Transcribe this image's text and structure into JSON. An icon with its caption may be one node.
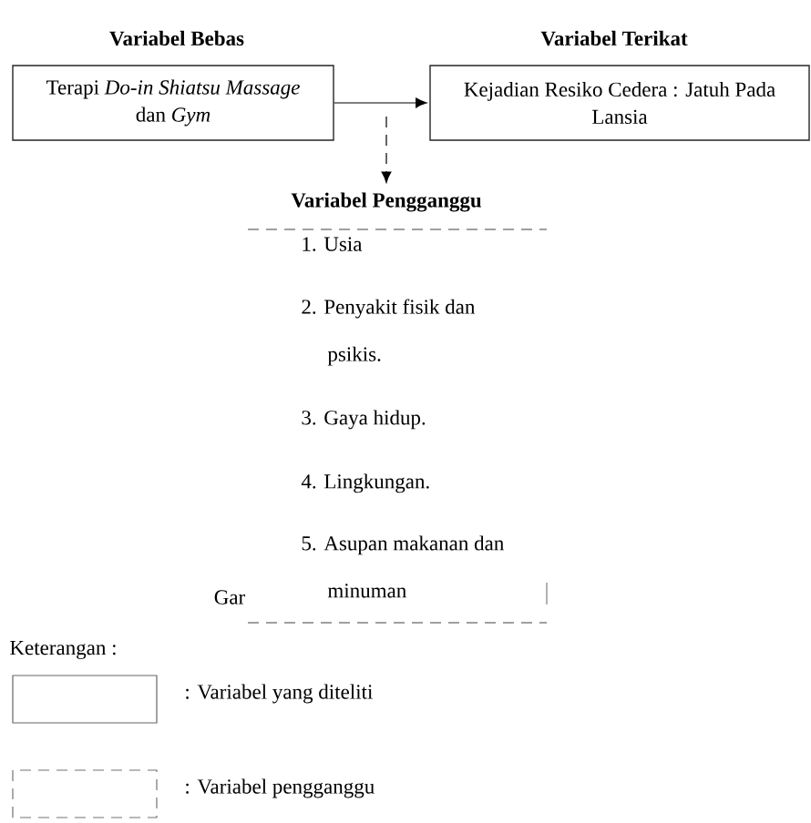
{
  "diagram": {
    "nodes": [
      {
        "text": [
          "Variabel Bebas",
          "Terapi *Do-in Shiatsu Massage* dan *Gym*"
        ]
      },
      {
        "text": [
          "Variabel Terikat",
          "Kejadian Resiko Cedera : Jatuh Pada Lansia"
        ]
      },
      {
        "text": [
          "Variabel Pengganggu",
          "1. Usia",
          "2. Penyakit fisik dan psikis.",
          "3. Gaya hidup.",
          "4. Lingkungan.",
          "5. Asupan makanan dan minuman"
        ]
      }
    ],
    "edges": [
      {
        "from": 0,
        "to": 1,
        "arrow": "to"
      },
      {
        "from": null,
        "to": 2,
        "arrow": "to",
        "style": "dashed"
      }
    ],
    "labels": [
      "Keterangan :",
      "Gar"
    ],
    "legend": [
      {
        "text": ": Variabel yang diteliti"
      },
      {
        "text": ": Variabel pengganggu"
      }
    ]
  }
}
